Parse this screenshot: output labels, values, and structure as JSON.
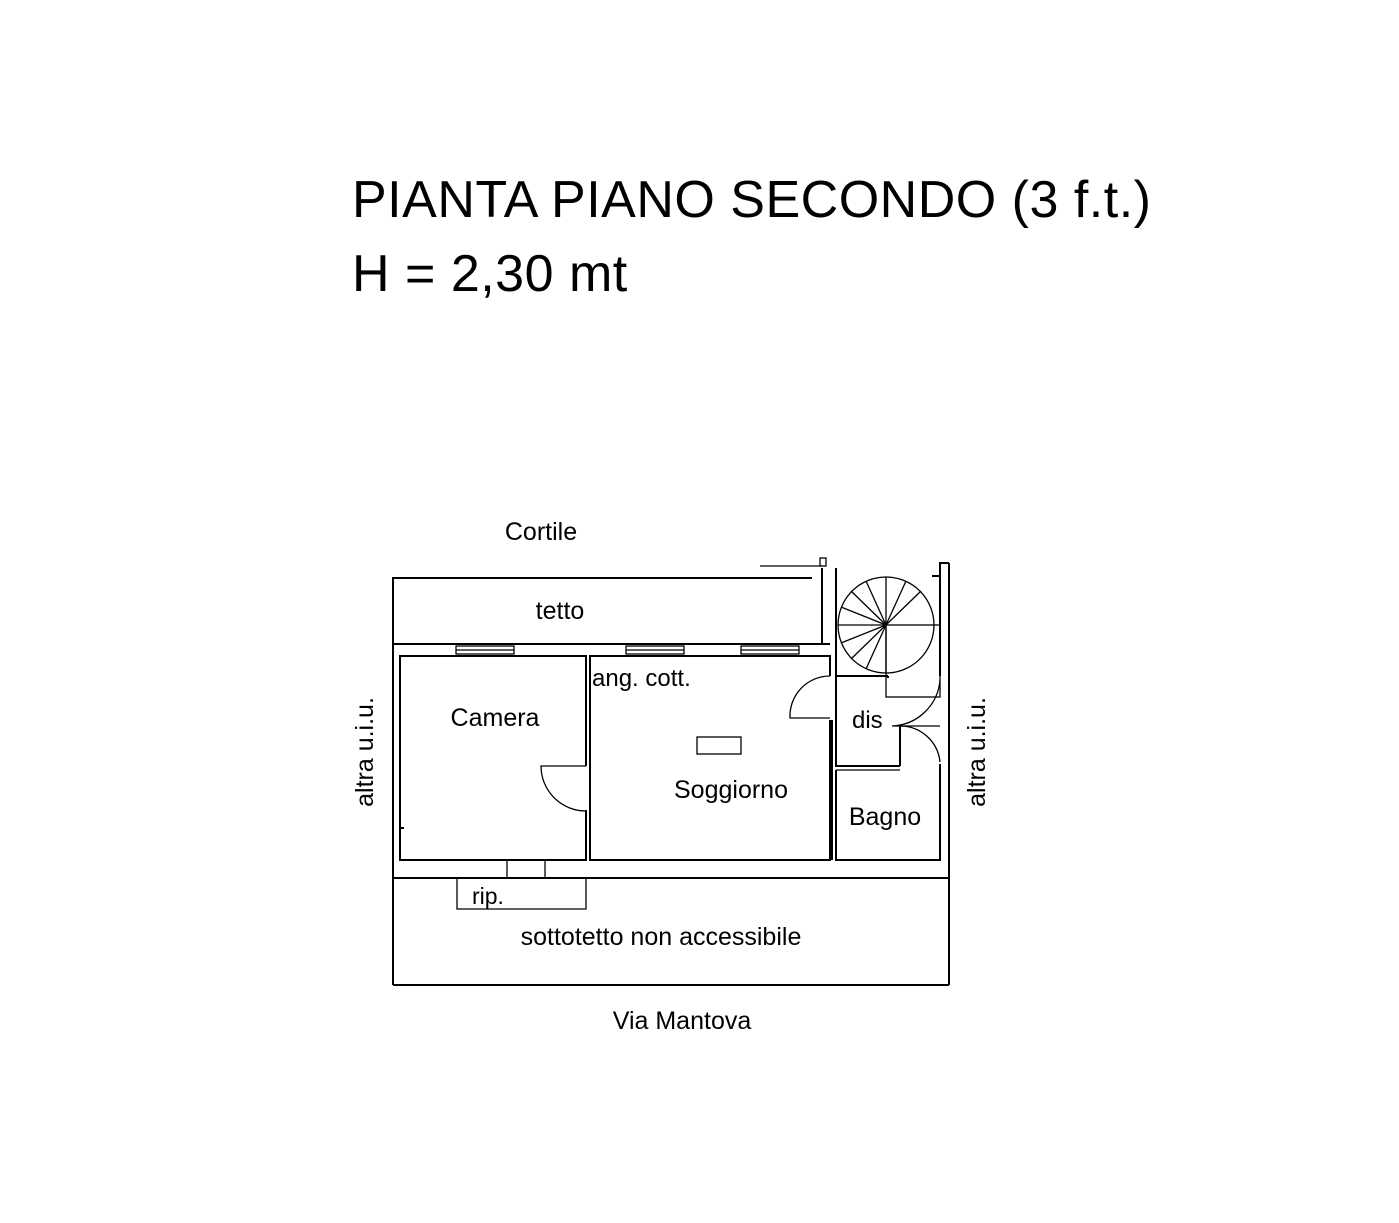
{
  "title": {
    "line1": "PIANTA PIANO SECONDO (3 f.t.)",
    "line2": "H = 2,30 mt"
  },
  "labels": {
    "cortile": "Cortile",
    "via": "Via Mantova",
    "left_neighbor": "altra u.i.u.",
    "right_neighbor": "altra u.i.u."
  },
  "rooms": {
    "tetto": "tetto",
    "camera": "Camera",
    "ang_cott": "ang. cott.",
    "soggiorno": "Soggiorno",
    "dis": "dis",
    "bagno": "Bagno",
    "rip": "rip.",
    "sottotetto": "sottotetto non accessibile"
  },
  "colors": {
    "ink": "#000000",
    "paper": "#ffffff"
  }
}
